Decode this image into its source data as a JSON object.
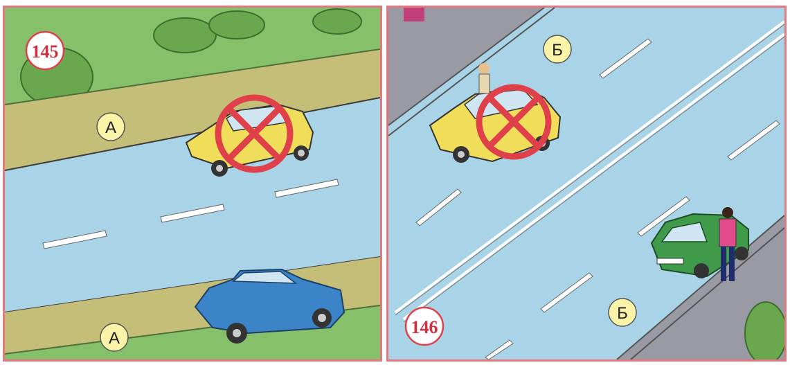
{
  "header": {
    "caption": ""
  },
  "panels": [
    {
      "number": "145",
      "labels": [
        "А",
        "А"
      ]
    },
    {
      "number": "146",
      "labels": [
        "Б",
        "Б"
      ]
    }
  ],
  "colors": {
    "frame": "#e07880",
    "road": "#a9d3e6",
    "grass": "#86c06a",
    "shoulder": "#c5be78",
    "sidewalk": "#9a9aa4",
    "prohibition": "#e0404a",
    "yellow_car": "#f0de5a",
    "blue_car": "#3b84c8",
    "green_car": "#3f9a4a"
  }
}
